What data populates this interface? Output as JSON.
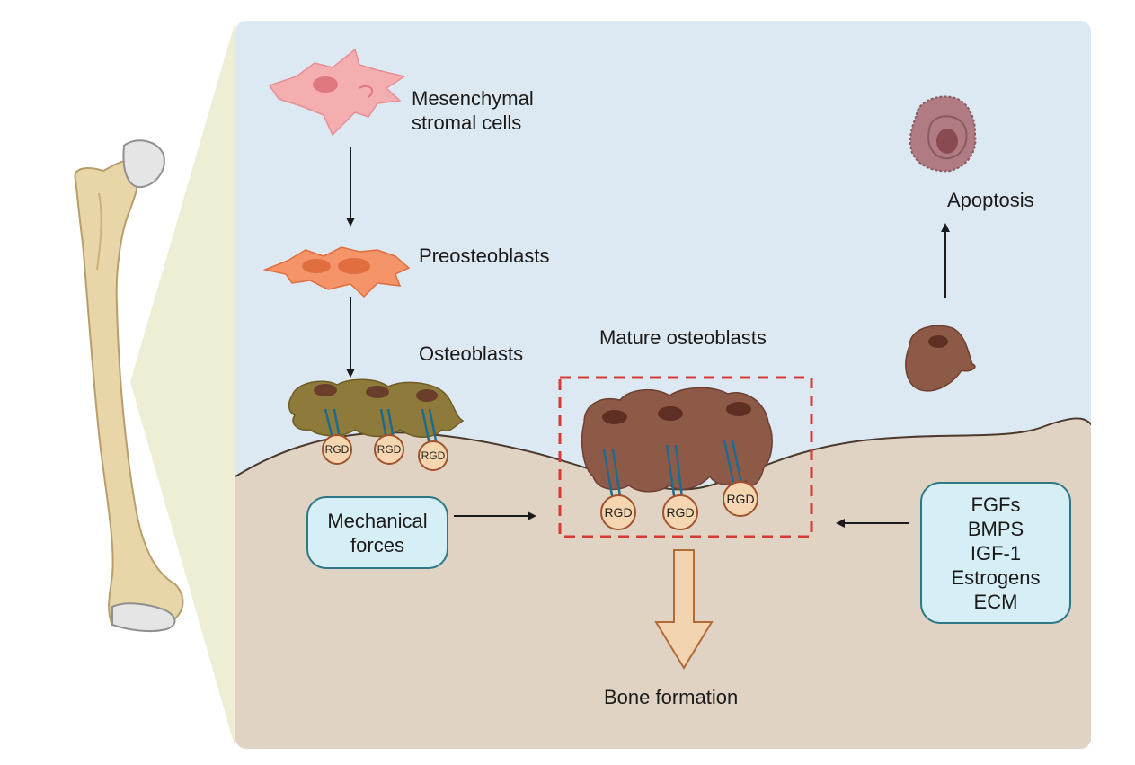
{
  "labels": {
    "msc": [
      "Mesenchymal",
      "stromal cells"
    ],
    "preosteoblasts": "Preosteoblasts",
    "osteoblasts": "Osteoblasts",
    "mature_osteoblasts": "Mature osteoblasts",
    "apoptosis": "Apoptosis",
    "bone_formation": "Bone formation",
    "rgd": "RGD"
  },
  "mechanical_box": [
    "Mechanical",
    "forces"
  ],
  "factors_box": [
    "FGFs",
    "BMPS",
    "IGF-1",
    "Estrogens",
    "ECM"
  ],
  "colors": {
    "sky": "#dde9f2",
    "ground": "#e0d3c4",
    "zoom_wedge": "#eeeed5",
    "bone": "#e9d6a8",
    "msc_cell": "#f4aeb0",
    "preosteoblast": "#f49468",
    "osteoblast": "#8e7a3a",
    "mature_osteoblast": "#8e5a48",
    "apoptotic_cell": "#b07b82",
    "integrin": "#1d6b8f",
    "rgd_fill": "#f5d6b0",
    "rgd_border": "#a0522d",
    "dashed_box": "#d73a32",
    "box_fill": "#d6eef5",
    "box_border": "#2e7784",
    "bone_formation_arrow": "#f3d4b0"
  }
}
